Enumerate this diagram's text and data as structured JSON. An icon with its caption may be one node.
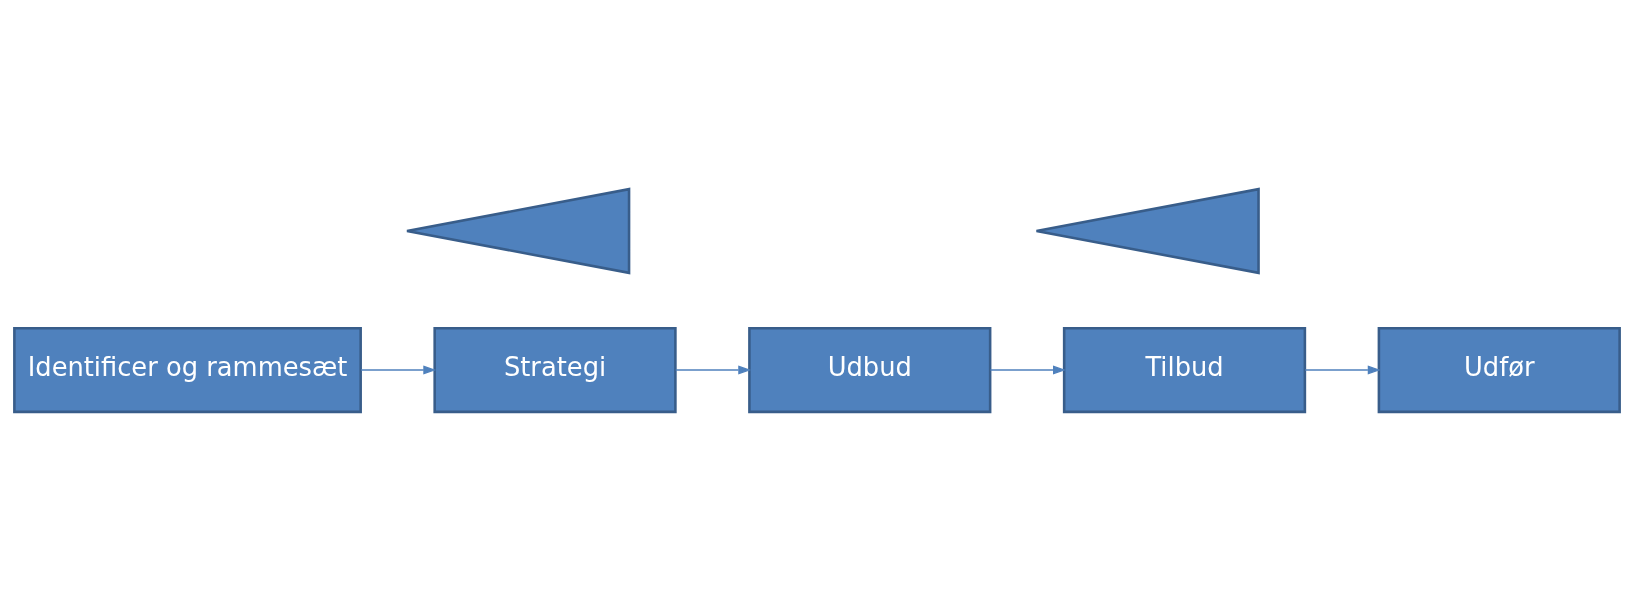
{
  "diagram": {
    "nodes": [
      {
        "text": [
          "Identificer og rammesæt"
        ]
      },
      {
        "text": [
          "Strategi"
        ]
      },
      {
        "text": [
          "Udbud"
        ]
      },
      {
        "text": [
          "Tilbud"
        ]
      },
      {
        "text": [
          "Udfør"
        ]
      },
      {
        "text": [],
        "shape": "triangle"
      },
      {
        "text": [],
        "shape": "triangle"
      }
    ],
    "edges": [
      {
        "from": 0,
        "to": 1,
        "arrow": "to"
      },
      {
        "from": 1,
        "to": 2,
        "arrow": "to"
      },
      {
        "from": 2,
        "to": 3,
        "arrow": "to"
      },
      {
        "from": 3,
        "to": 4,
        "arrow": "to"
      }
    ]
  }
}
